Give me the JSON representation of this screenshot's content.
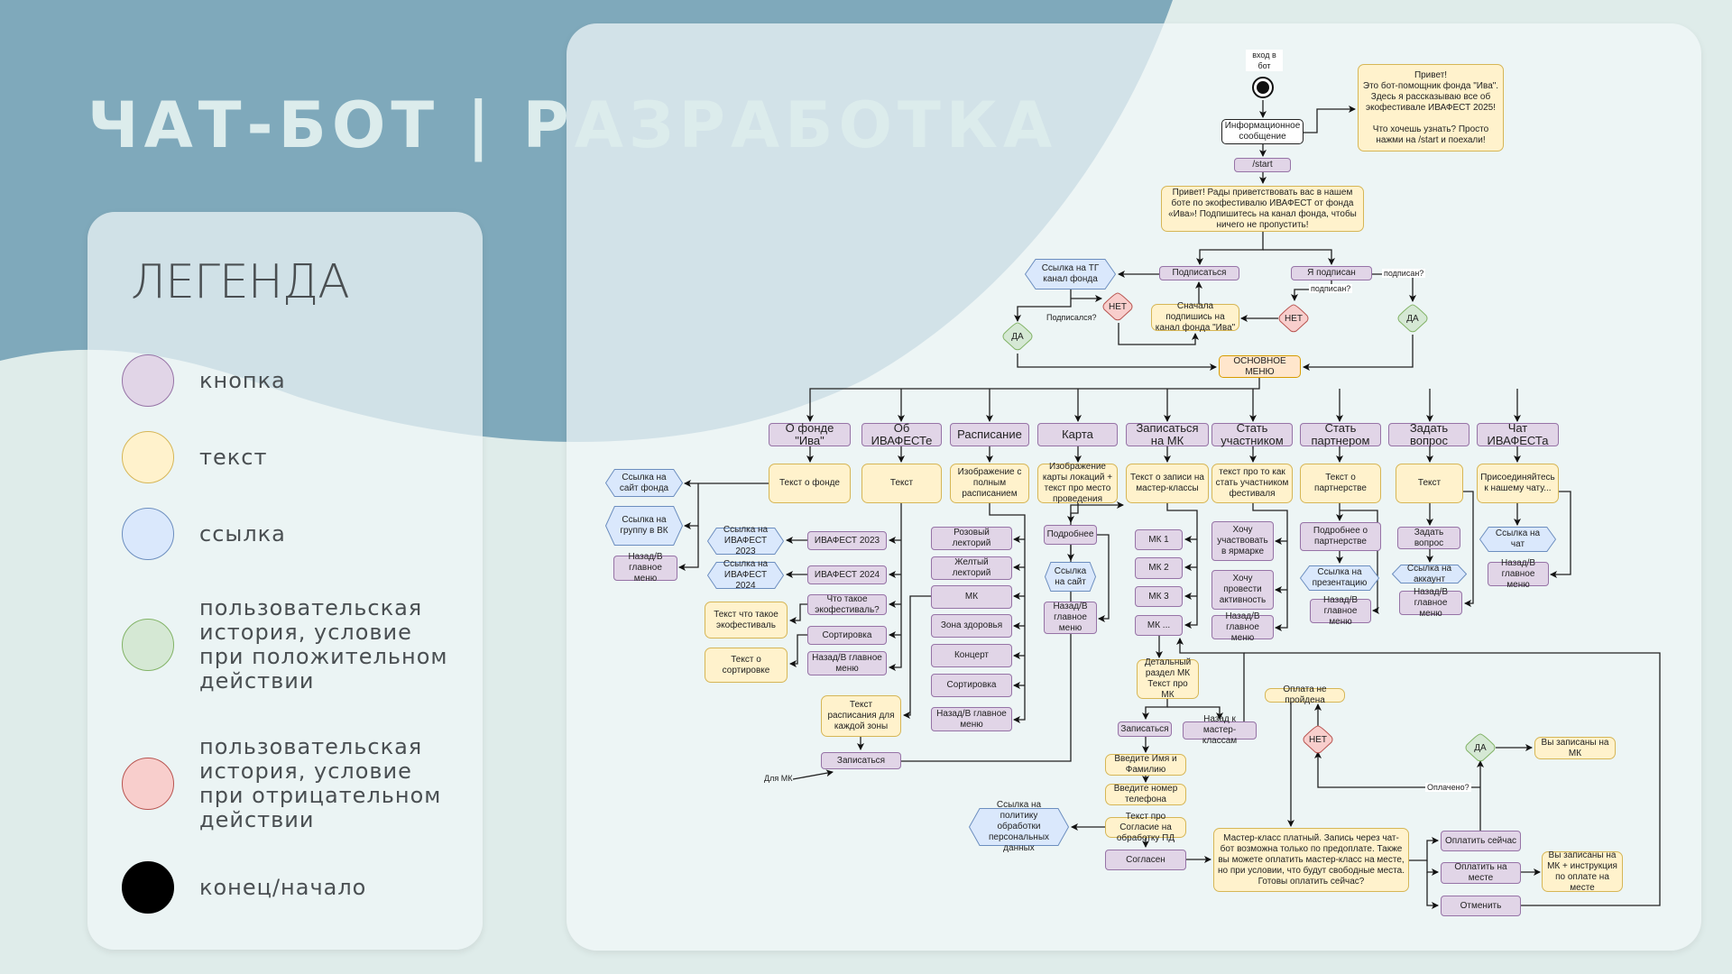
{
  "slide": {
    "title": "ЧАТ-БОТ | РАЗРАБОТКА",
    "colors": {
      "background": "#dfecea",
      "accent_blue": "#7fa9bb",
      "panel": "#f2f8f9",
      "title_text": "#dcecec"
    }
  },
  "legend": {
    "title": "ЛЕГЕНДА",
    "items": [
      {
        "label": "кнопка",
        "fill": "#e1d5e7",
        "stroke": "#9673a6"
      },
      {
        "label": "текст",
        "fill": "#fff2cc",
        "stroke": "#d6b656"
      },
      {
        "label": "ссылка",
        "fill": "#dae8fc",
        "stroke": "#6c8ebf"
      },
      {
        "label": "пользовательская история, условие при положительном действии",
        "fill": "#d5e8d4",
        "stroke": "#82b366"
      },
      {
        "label": "пользовательская история, условие при отрицательном действии",
        "fill": "#f8cecc",
        "stroke": "#b85450"
      },
      {
        "label": "конец/начало",
        "fill": "#000000",
        "stroke": "#000000"
      }
    ]
  },
  "diagram": {
    "nodes": {
      "entry_label": "вход в бот",
      "info_msg": "Информационное сообщение",
      "info_text": "Привет!\nЭто бот-помощник фонда \"Ива\".\nЗдесь я рассказываю все об экофестивале ИВАФЕСТ 2025!\n\nЧто хочешь узнать? Просто нажми на /start и поехали!",
      "start_btn": "/start",
      "welcome_text": "Привет! Рады приветствовать вас в нашем боте по экофестивалю ИВАФЕСТ от фонда «Ива»! Подпишитесь на канал фонда, чтобы ничего не пропустить!",
      "subscribe_btn": "Подписаться",
      "subscribed_btn": "Я подписан",
      "tg_link": "Ссылка на ТГ канал фонда",
      "no1": "НЕТ",
      "yes1": "ДА",
      "subscribe_first": "Сначала подпишись на канал фонда \"Ива\"",
      "no2": "НЕТ",
      "yes2": "ДА",
      "main_menu": "ОСНОВНОЕ МЕНЮ",
      "m_about_fund": "О фонде \"Ива\"",
      "m_about_fest": "Об ИВАФЕСТе",
      "m_schedule": "Расписание",
      "m_map": "Карта",
      "m_mk": "Записаться на МК",
      "m_participant": "Стать участником",
      "m_partner": "Стать партнером",
      "m_question": "Задать вопрос",
      "m_chat": "Чат ИВАФЕСТа",
      "t_fund": "Текст о фонде",
      "t_fest": "Текст",
      "t_schedule": "Изображение с полным расписанием",
      "t_map": "Изображение карты локаций + текст про место проведения",
      "t_mk": "Текст о записи на мастер-классы",
      "t_participant": "текст про то как стать участником фестиваля",
      "t_partner": "Текст о партнерстве",
      "t_question": "Текст",
      "t_chat": "Присоединяйтесь к нашему чату...",
      "l_site_fund": "Ссылка на сайт фонда",
      "l_vk": "Ссылка на группу в ВК",
      "b_back_fund": "Назад/В главное меню",
      "b_fest2023": "ИВАФЕСТ 2023",
      "b_fest2024": "ИВАФЕСТ 2024",
      "l_fest2023": "Ссылка на ИВАФЕСТ 2023",
      "l_fest2024": "Ссылка на ИВАФЕСТ 2024",
      "b_whatis": "Что такое экофестиваль?",
      "b_sort": "Сортировка",
      "b_back_fest": "Назад/В главное меню",
      "t_whatis": "Текст что такое экофестиваль",
      "t_sort": "Текст о сортировке",
      "b_pink": "Розовый лекторий",
      "b_yellow": "Желтый лекторий",
      "b_mkzone": "МК",
      "b_health": "Зона здоровья",
      "b_concert": "Концерт",
      "b_sortzone": "Сортировка",
      "b_back_sched": "Назад/В главное меню",
      "t_zone": "Текст расписания для каждой зоны",
      "b_signup_zone": "Записаться",
      "for_mk": "Для МК",
      "b_more_map": "Подробнее",
      "l_site_map": "Ссылка на сайт",
      "b_back_map": "Назад/В главное меню",
      "b_mk1": "МК 1",
      "b_mk2": "МК 2",
      "b_mk3": "МК 3",
      "b_mkn": "МК ...",
      "t_mk_detail": "Детальный раздел МК Текст про МК",
      "b_signup_mk": "Записаться",
      "b_back_mk": "Назад к мастер-классам",
      "t_name": "Введите Имя и Фамилию",
      "t_phone": "Введите номер телефона",
      "t_consent": "Текст про Согласие на обработку ПД",
      "l_policy": "Ссылка на политику обработки персональных данных",
      "b_agree": "Согласен",
      "t_paid": "Мастер-класс платный. Запись через чат-бот возможна только по предоплате. Также вы можете оплатить мастер-класс на месте, но при условии, что будут свободные места. Готовы оплатить сейчас?",
      "b_pay_now": "Оплатить сейчас",
      "b_pay_place": "Оплатить на месте",
      "b_cancel": "Отменить",
      "t_signed_place": "Вы записаны на МК + инструкция по оплате на месте",
      "t_signed": "Вы записаны на МК",
      "t_pay_failed": "Оплата не пройдена",
      "no3": "НЕТ",
      "yes3": "ДА",
      "b_fair": "Хочу участвовать в ярмарке",
      "b_activity": "Хочу провести активность",
      "b_back_part": "Назад/В главное меню",
      "b_more_partner": "Подробнее о партнерстве",
      "l_presentation": "Ссылка на презентацию",
      "b_back_partner": "Назад/В главное меню",
      "b_ask": "Задать вопрос",
      "l_account": "Ссылка на аккаунт",
      "b_back_question": "Назад/В главное меню",
      "l_chat": "Ссылка на чат",
      "b_back_chat": "Назад/В главное меню"
    },
    "edge_labels": {
      "subscribed_q1": "Подписался?",
      "subscribed_q2": "подписан?",
      "subscribed_q3": "подписан?",
      "paid_q": "Оплачено?"
    }
  }
}
